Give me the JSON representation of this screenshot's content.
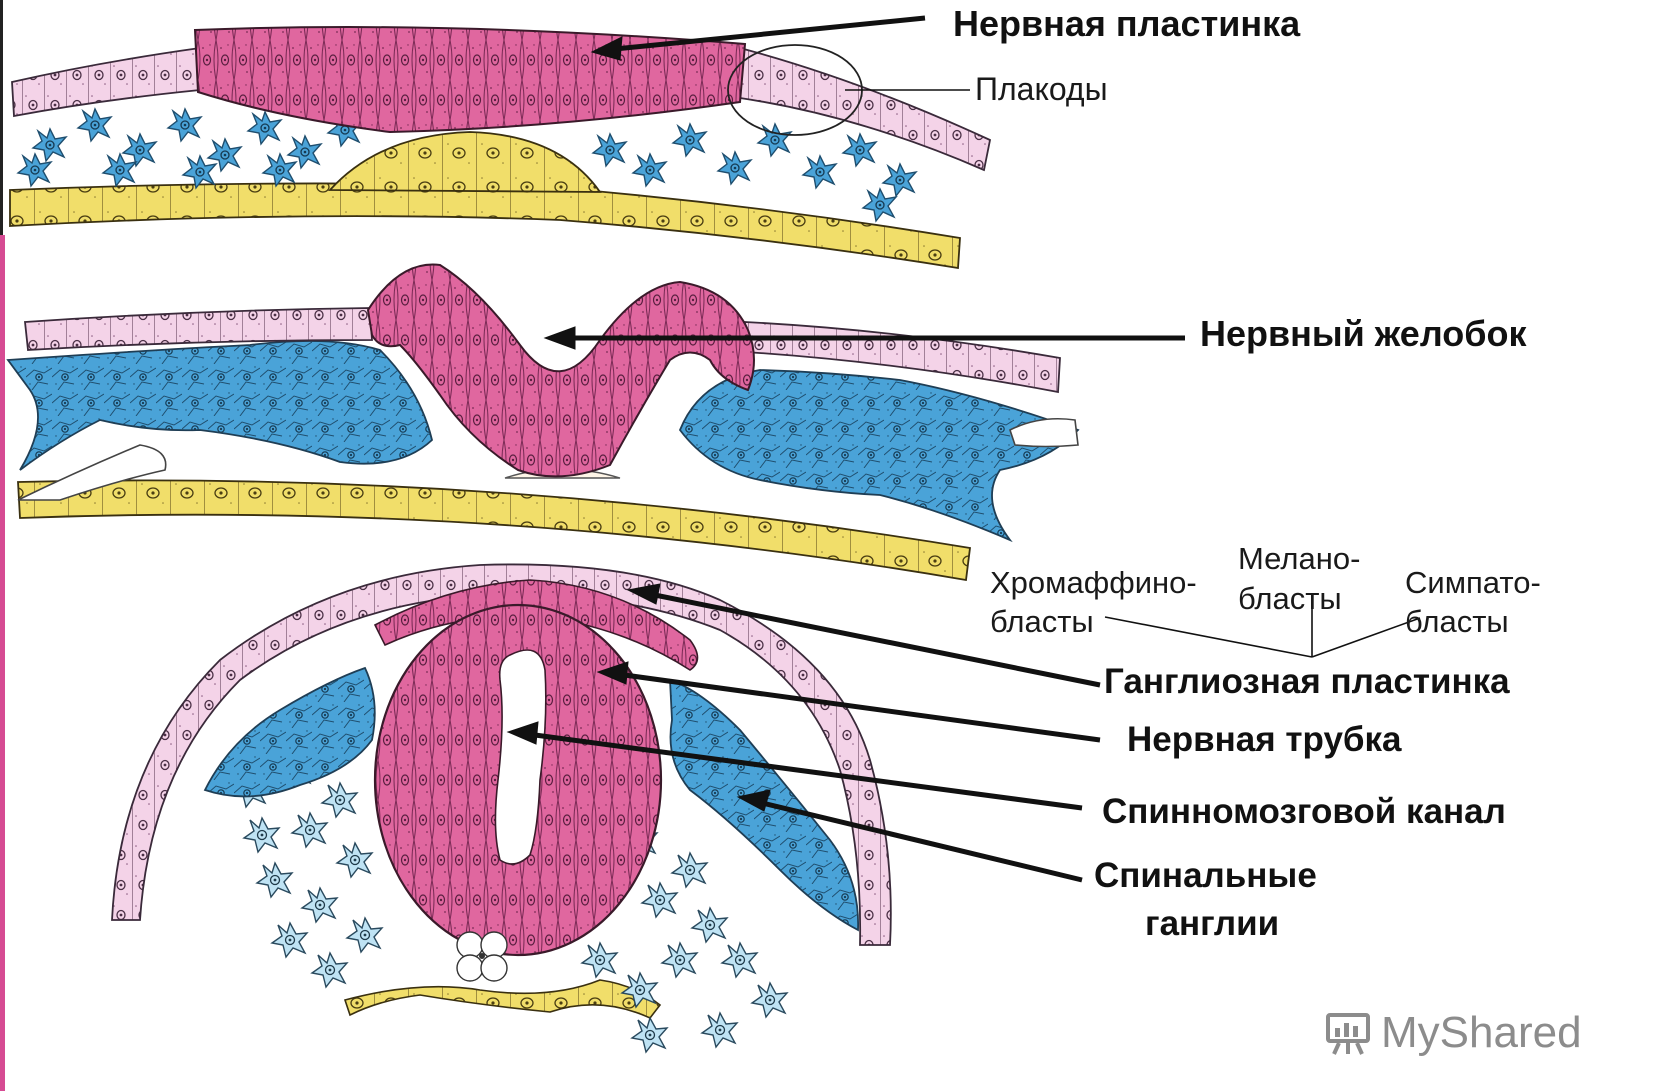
{
  "labels": {
    "neural_plate": "Нервная пластинка",
    "placodes": "Плакоды",
    "neural_groove": "Нервный желобок",
    "chromaffinoblasts_1": "Хромаффино-",
    "chromaffinoblasts_2": "бласты",
    "melanoblasts_1": "Мелано-",
    "melanoblasts_2": "бласты",
    "sympathoblasts_1": "Симпато-",
    "sympathoblasts_2": "бласты",
    "ganglion_plate": "Ганглиозная пластинка",
    "neural_tube": "Нервная трубка",
    "spinal_canal": "Спинномозговой канал",
    "spinal_ganglia_1": "Спинальные",
    "spinal_ganglia_2": "ганглии"
  },
  "watermark": {
    "text": "MyShared",
    "icon": "presentation-board-icon"
  },
  "colors": {
    "ectoderm": "#f3cfe6",
    "neural": "#e0679f",
    "neural_dark": "#c44a84",
    "mesenchyme": "#4aa3d8",
    "mesenchyme_light": "#bfe3f4",
    "endoderm": "#f1de6a",
    "outline": "#3a2a3a",
    "border_stripe": "#d64b93"
  }
}
